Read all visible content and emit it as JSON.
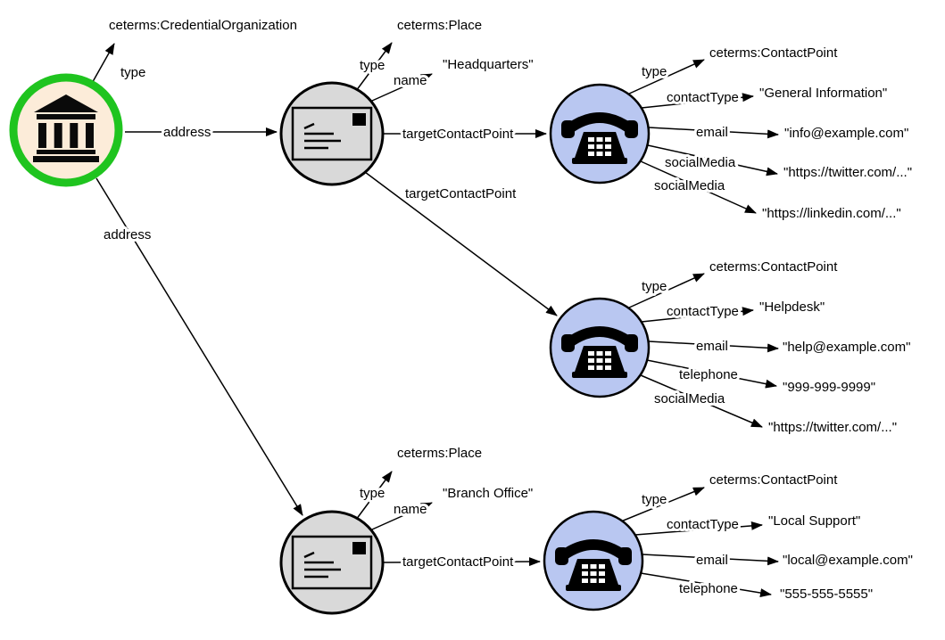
{
  "nodes": {
    "organization": {
      "icon": "bank-icon",
      "type_label": "type",
      "type_value": "ceterms:CredentialOrganization",
      "address1_label": "address",
      "address2_label": "address"
    },
    "place1": {
      "icon": "envelope-icon",
      "type_label": "type",
      "type_value": "ceterms:Place",
      "name_label": "name",
      "name_value": "\"Headquarters\"",
      "tcp1_label": "targetContactPoint",
      "tcp2_label": "targetContactPoint"
    },
    "contact1": {
      "icon": "phone-icon",
      "type_label": "type",
      "type_value": "ceterms:ContactPoint",
      "contact_type_label": "contactType",
      "contact_type_value": "\"General Information\"",
      "email_label": "email",
      "email_value": "\"info@example.com\"",
      "social1_label": "socialMedia",
      "social1_value": "\"https://twitter.com/...\"",
      "social2_label": "socialMedia",
      "social2_value": "\"https://linkedin.com/...\""
    },
    "contact2": {
      "icon": "phone-icon",
      "type_label": "type",
      "type_value": "ceterms:ContactPoint",
      "contact_type_label": "contactType",
      "contact_type_value": "\"Helpdesk\"",
      "email_label": "email",
      "email_value": "\"help@example.com\"",
      "telephone_label": "telephone",
      "telephone_value": "\"999-999-9999\"",
      "social1_label": "socialMedia",
      "social1_value": "\"https://twitter.com/...\""
    },
    "place2": {
      "icon": "envelope-icon",
      "type_label": "type",
      "type_value": "ceterms:Place",
      "name_label": "name",
      "name_value": "\"Branch Office\"",
      "tcp1_label": "targetContactPoint"
    },
    "contact3": {
      "icon": "phone-icon",
      "type_label": "type",
      "type_value": "ceterms:ContactPoint",
      "contact_type_label": "contactType",
      "contact_type_value": "\"Local Support\"",
      "email_label": "email",
      "email_value": "\"local@example.com\"",
      "telephone_label": "telephone",
      "telephone_value": "\"555-555-5555\""
    }
  },
  "colors": {
    "organization_fill": "#fcecd9",
    "organization_border": "#1fc41f",
    "place_fill": "#d9d9d9",
    "contact_fill": "#b9c7f1",
    "node_border": "#000000",
    "edge": "#000000"
  }
}
